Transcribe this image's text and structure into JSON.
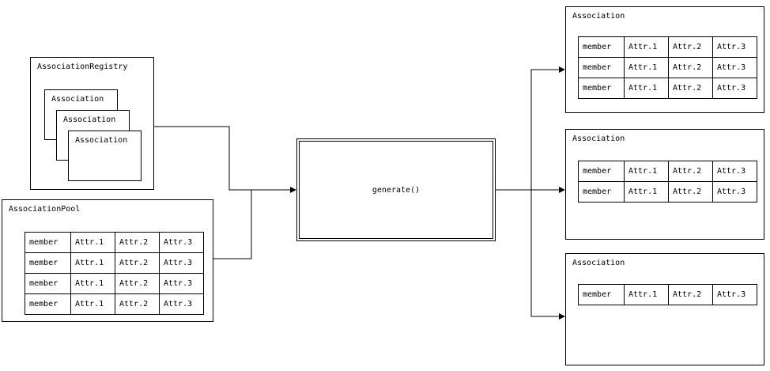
{
  "registry": {
    "title": "AssociationRegistry",
    "stack": [
      {
        "title": "Association"
      },
      {
        "title": "Association"
      },
      {
        "title": "Association"
      }
    ]
  },
  "pool": {
    "title": "AssociationPool",
    "rows": [
      [
        "member",
        "Attr.1",
        "Attr.2",
        "Attr.3"
      ],
      [
        "member",
        "Attr.1",
        "Attr.2",
        "Attr.3"
      ],
      [
        "member",
        "Attr.1",
        "Attr.2",
        "Attr.3"
      ],
      [
        "member",
        "Attr.1",
        "Attr.2",
        "Attr.3"
      ]
    ]
  },
  "generate": {
    "label": "generate()"
  },
  "outputs": [
    {
      "title": "Association",
      "rows": [
        [
          "member",
          "Attr.1",
          "Attr.2",
          "Attr.3"
        ],
        [
          "member",
          "Attr.1",
          "Attr.2",
          "Attr.3"
        ],
        [
          "member",
          "Attr.1",
          "Attr.2",
          "Attr.3"
        ]
      ]
    },
    {
      "title": "Association",
      "rows": [
        [
          "member",
          "Attr.1",
          "Attr.2",
          "Attr.3"
        ],
        [
          "member",
          "Attr.1",
          "Attr.2",
          "Attr.3"
        ]
      ]
    },
    {
      "title": "Association",
      "rows": [
        [
          "member",
          "Attr.1",
          "Attr.2",
          "Attr.3"
        ]
      ]
    }
  ],
  "colors": {
    "line": "#000000",
    "background": "#ffffff"
  }
}
